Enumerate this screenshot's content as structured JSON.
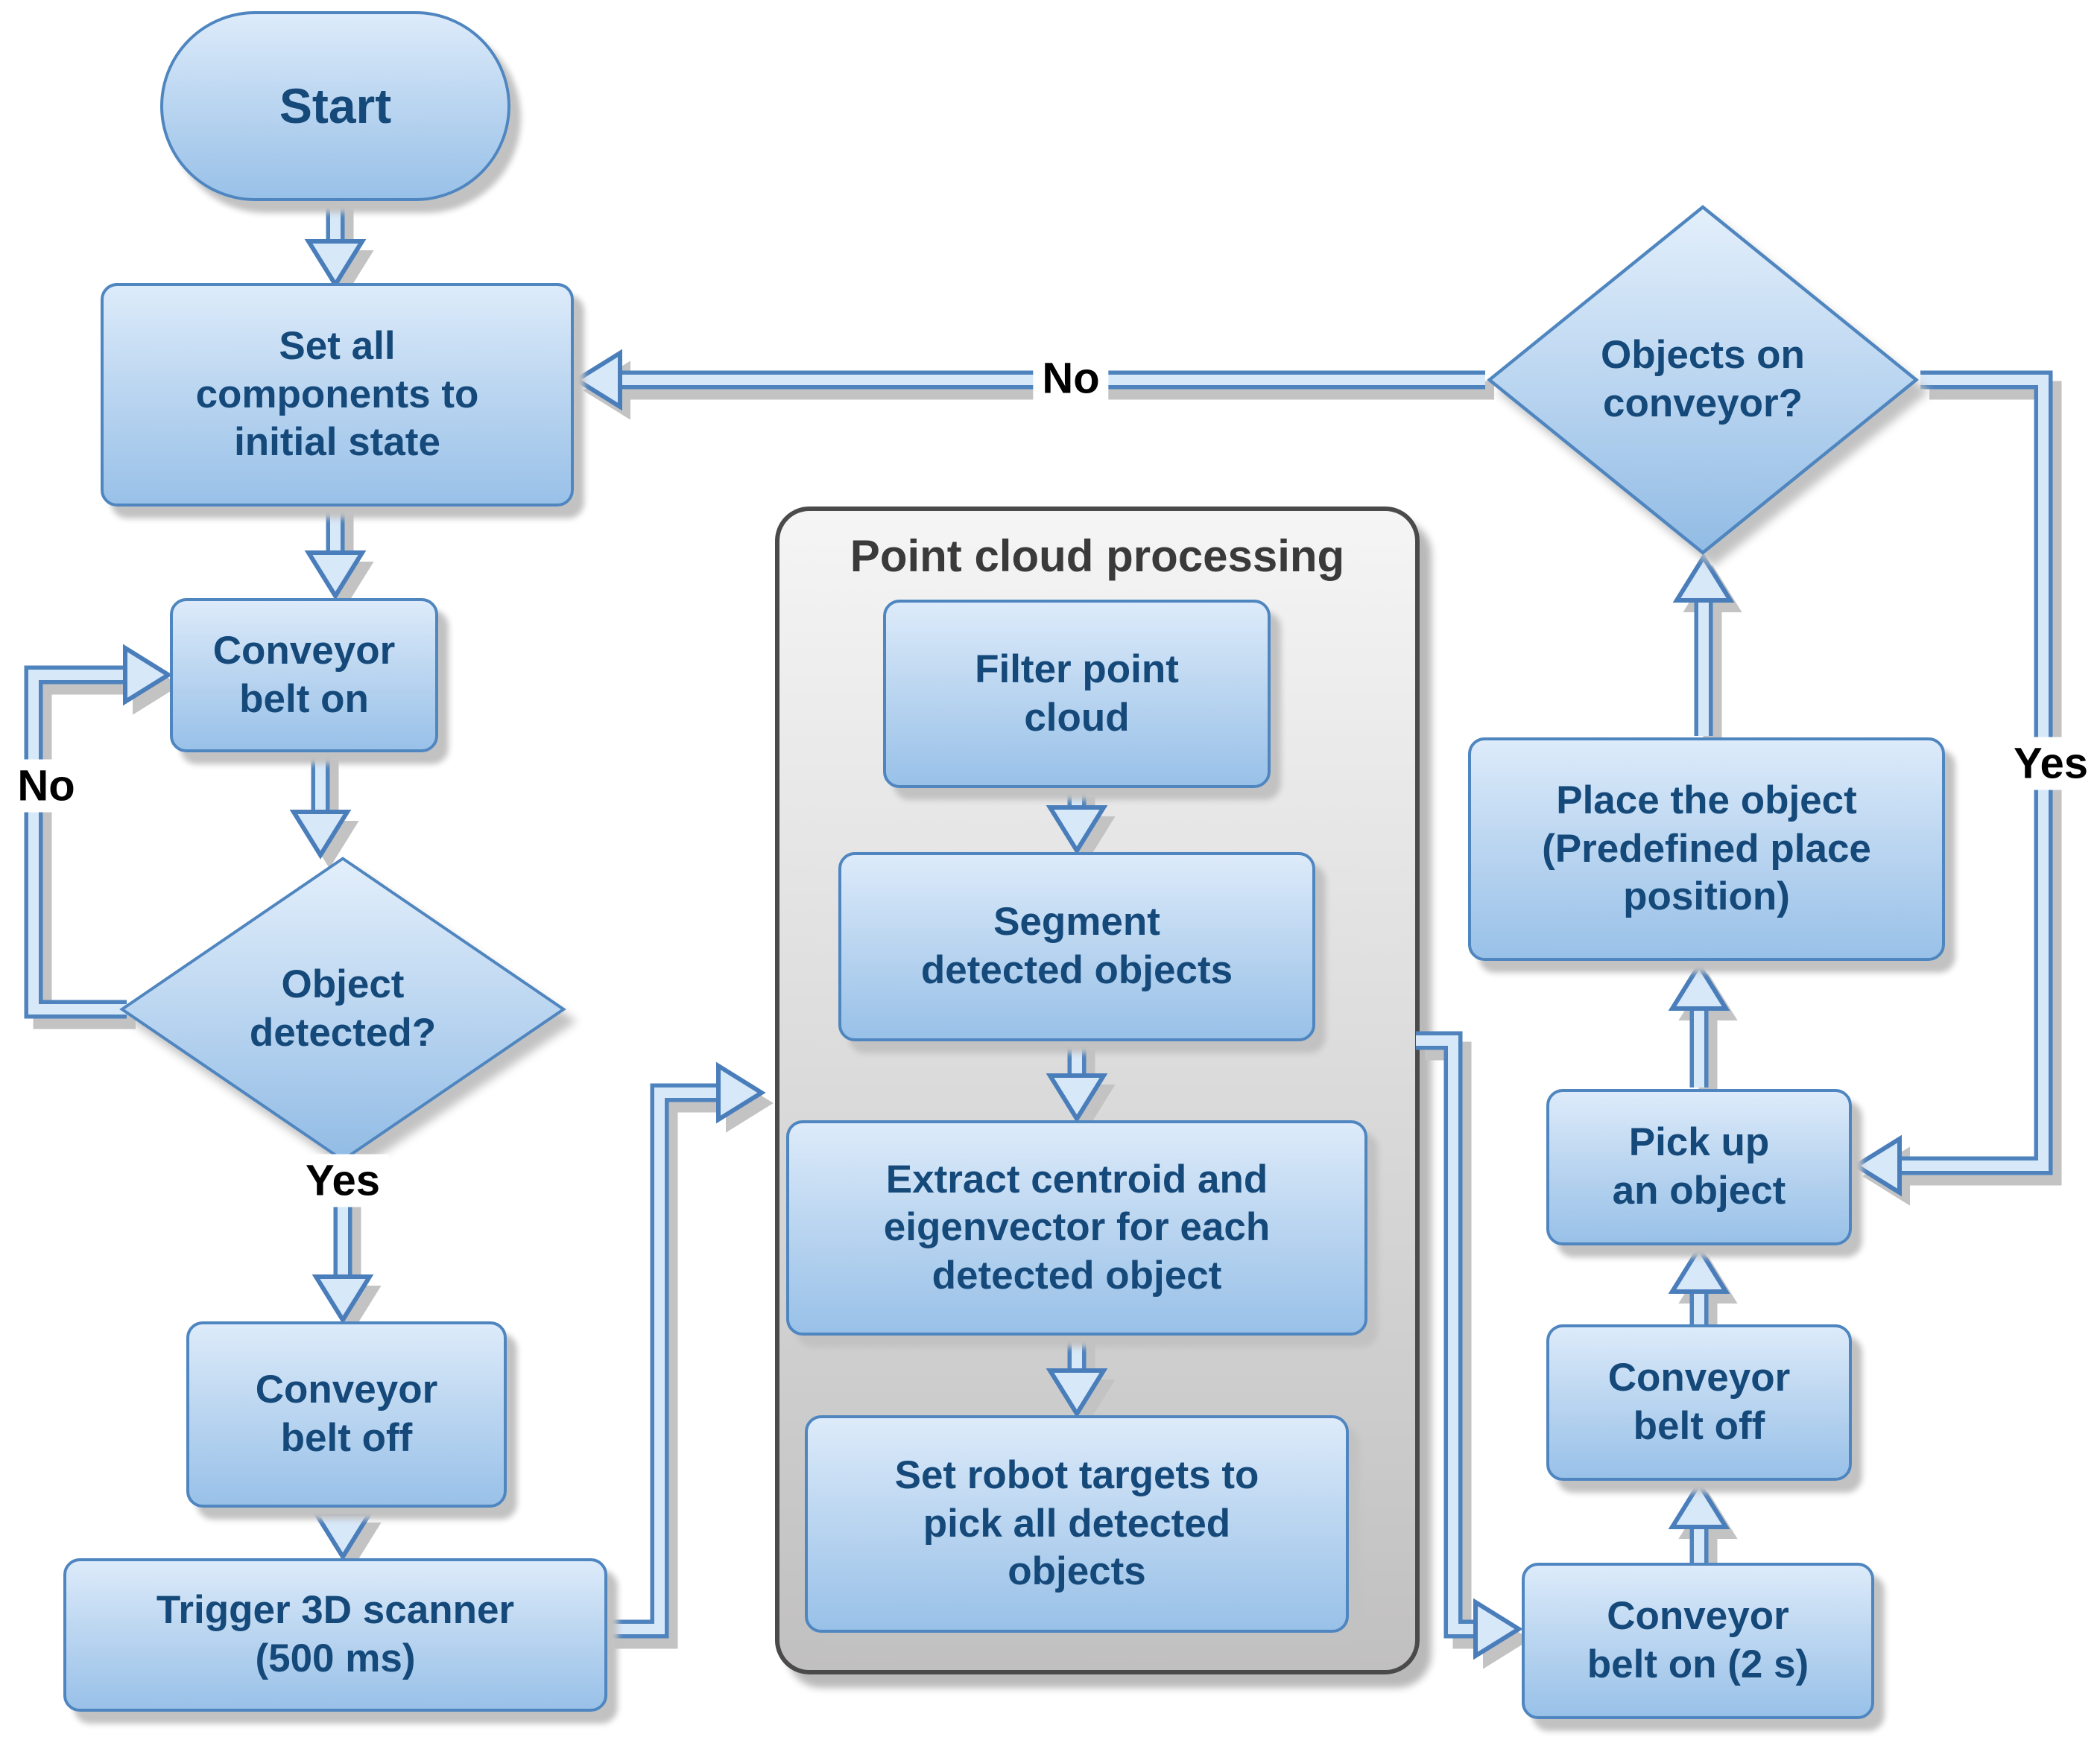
{
  "flowchart": {
    "nodes": {
      "start": "Start",
      "set_initial": "Set all\ncomponents to\ninitial state",
      "conveyor_belt_on": "Conveyor\nbelt on",
      "object_detected": "Object\ndetected?",
      "conveyor_belt_off": "Conveyor\nbelt off",
      "trigger_scanner": "Trigger 3D scanner\n(500 ms)",
      "filter_point_cloud": "Filter point\ncloud",
      "segment_objects": "Segment\ndetected objects",
      "extract_centroid": "Extract centroid and\neigenvector for each\ndetected object",
      "set_robot_targets": "Set robot targets to\npick all detected\nobjects",
      "conveyor_belt_on_2s": "Conveyor\nbelt on (2 s)",
      "conveyor_belt_off_2": "Conveyor\nbelt off",
      "pick_up_object": "Pick up\nan object",
      "place_object": "Place the object\n(Predefined place\nposition)",
      "objects_on_conveyor": "Objects on\nconveyor?"
    },
    "group": {
      "title": "Point cloud processing"
    },
    "edge_labels": {
      "no_loop": "No",
      "yes_down": "Yes",
      "no_return": "No",
      "yes_branch": "Yes"
    },
    "colors": {
      "node_fill_top": "#ddebfa",
      "node_fill_bottom": "#99c1e8",
      "node_border": "#4f86c0",
      "node_text": "#15497a",
      "group_fill_top": "#f5f5f5",
      "group_fill_bottom": "#c1c0c0",
      "group_border": "#4a4a4a",
      "group_title_text": "#3a3a3a",
      "connector_fill": "#d7e8f9",
      "connector_border": "#4a7ebb",
      "edge_label_text": "#000000"
    }
  }
}
